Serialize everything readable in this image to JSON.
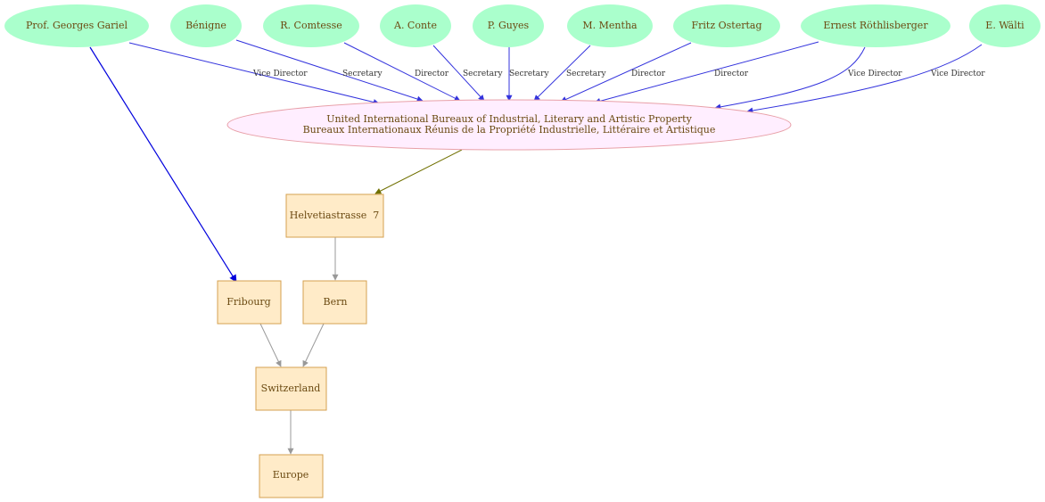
{
  "people": [
    {
      "id": "gariel",
      "name": "Prof. Georges Gariel"
    },
    {
      "id": "benigne",
      "name": "Bénigne"
    },
    {
      "id": "comtesse",
      "name": "R. Comtesse"
    },
    {
      "id": "conte",
      "name": "A. Conte"
    },
    {
      "id": "guyes",
      "name": "P. Guyes"
    },
    {
      "id": "mentha",
      "name": "M. Mentha"
    },
    {
      "id": "ostertag",
      "name": "Fritz Ostertag"
    },
    {
      "id": "rothlisberger",
      "name": "Ernest Röthlisberger"
    },
    {
      "id": "walti",
      "name": "E. Wälti"
    }
  ],
  "organization": {
    "name_en": "United International Bureaux of Industrial, Literary and Artistic Property",
    "name_fr": "Bureaux Internationaux Réunis de la Propriété Industrielle, Littéraire et Artistique"
  },
  "places": [
    {
      "id": "helvetiastrasse",
      "label": "Helvetiastrasse  7"
    },
    {
      "id": "fribourg",
      "label": "Fribourg"
    },
    {
      "id": "bern",
      "label": "Bern"
    },
    {
      "id": "switzerland",
      "label": "Switzerland"
    },
    {
      "id": "europe",
      "label": "Europe"
    }
  ],
  "roles": [
    {
      "from": "gariel",
      "label": "Vice Director"
    },
    {
      "from": "benigne",
      "label": "Secretary"
    },
    {
      "from": "comtesse",
      "label": "Director"
    },
    {
      "from": "conte",
      "label": "Secretary"
    },
    {
      "from": "guyes",
      "label": "Secretary"
    },
    {
      "from": "mentha",
      "label": "Secretary"
    },
    {
      "from": "ostertag",
      "label": "Director"
    },
    {
      "from": "rothlisberger",
      "label": "Director"
    },
    {
      "from": "walti",
      "label": "Vice Director"
    }
  ],
  "rothlisberger_second_role": "Vice Director",
  "colors": {
    "person_fill": "#aaffcc",
    "org_fill": "#ffeeff",
    "org_stroke": "#e8a0a8",
    "place_fill": "#ffebc8",
    "place_stroke": "#d4a050",
    "text": "#6b4a12",
    "role_edge": "#3333dd",
    "org_to_place_edge": "#707000",
    "residence_edge": "#0000dd",
    "place_edge": "#999999"
  }
}
